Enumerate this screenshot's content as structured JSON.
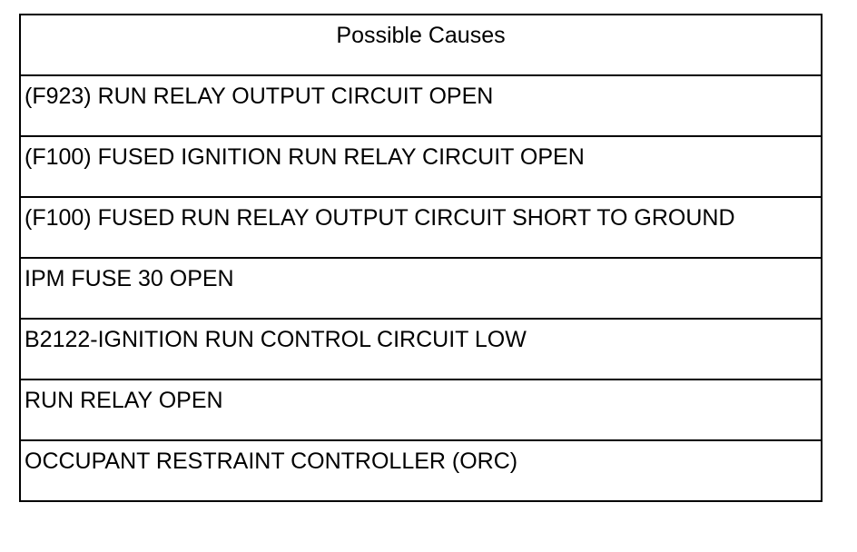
{
  "table": {
    "header": "Possible Causes",
    "rows": [
      "(F923) RUN RELAY OUTPUT CIRCUIT OPEN",
      "(F100) FUSED IGNITION RUN RELAY CIRCUIT OPEN",
      "(F100) FUSED RUN RELAY OUTPUT CIRCUIT SHORT TO GROUND",
      "IPM FUSE 30 OPEN",
      "B2122-IGNITION RUN CONTROL CIRCUIT LOW",
      "RUN RELAY OPEN",
      "OCCUPANT RESTRAINT CONTROLLER (ORC)"
    ]
  }
}
